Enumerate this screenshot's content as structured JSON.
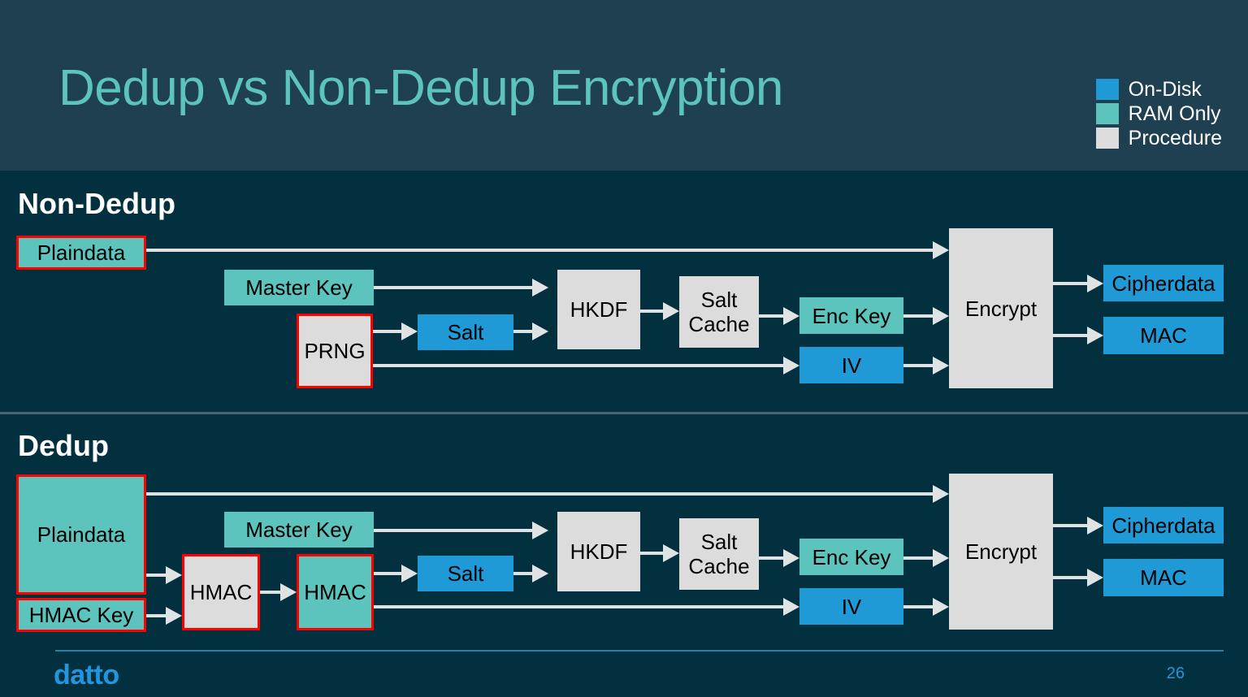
{
  "header": {
    "title": "Dedup vs Non-Dedup Encryption",
    "legend": [
      {
        "label": "On-Disk",
        "color": "#1f9ad6"
      },
      {
        "label": "RAM Only",
        "color": "#5cc4bc"
      },
      {
        "label": "Procedure",
        "color": "#dcdcdc"
      }
    ]
  },
  "sections": {
    "nondedup": {
      "label": "Non-Dedup",
      "nodes": {
        "plaindata": "Plaindata",
        "master_key": "Master Key",
        "prng": "PRNG",
        "salt": "Salt",
        "hkdf": "HKDF",
        "salt_cache": "Salt\nCache",
        "enc_key": "Enc Key",
        "iv": "IV",
        "encrypt": "Encrypt",
        "cipherdata": "Cipherdata",
        "mac": "MAC"
      }
    },
    "dedup": {
      "label": "Dedup",
      "nodes": {
        "plaindata": "Plaindata",
        "hmac_key": "HMAC Key",
        "hmac_proc": "HMAC",
        "hmac_value": "HMAC",
        "master_key": "Master Key",
        "salt": "Salt",
        "hkdf": "HKDF",
        "salt_cache": "Salt\nCache",
        "enc_key": "Enc Key",
        "iv": "IV",
        "encrypt": "Encrypt",
        "cipherdata": "Cipherdata",
        "mac": "MAC"
      }
    }
  },
  "footer": {
    "brand": "datto",
    "page_number": "26"
  },
  "colors": {
    "background": "#02303f",
    "header_band": "#1e4050",
    "title": "#5cc4bc",
    "on_disk": "#1f9ad6",
    "ram_only": "#5cc4bc",
    "procedure": "#dcdcdc",
    "outline": "#ff0000",
    "connector": "#dfe3e4",
    "brand": "#2196dd"
  }
}
